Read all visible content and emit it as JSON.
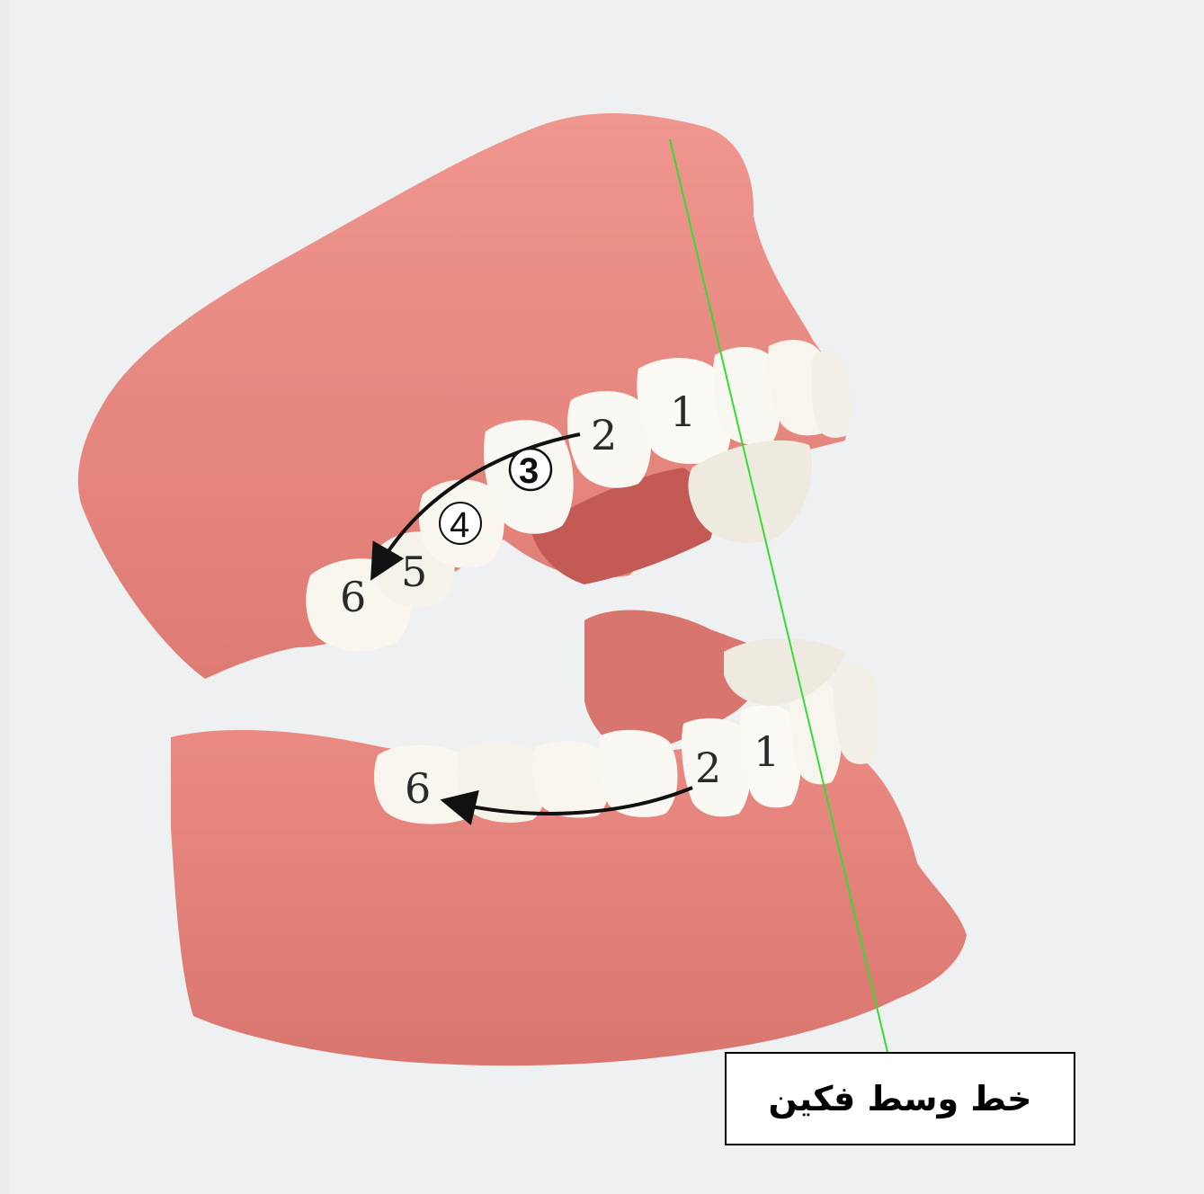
{
  "caption": "خط وسط فکین",
  "upper_jaw": {
    "labels": [
      "1",
      "2",
      "3",
      "4",
      "5",
      "6"
    ]
  },
  "lower_jaw": {
    "labels": [
      "1",
      "2",
      "6"
    ]
  },
  "colors": {
    "gum": "#e8877f",
    "gum_shadow": "#c86a64",
    "tooth": "#f8f6ef",
    "midline": "#33dd33",
    "background": "#e9ecef"
  }
}
